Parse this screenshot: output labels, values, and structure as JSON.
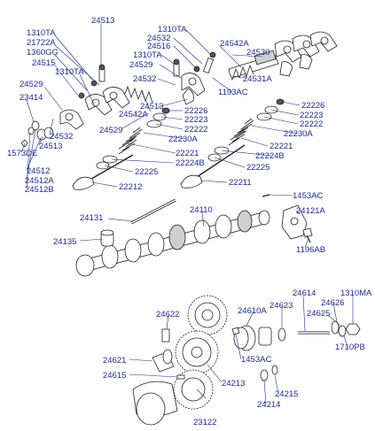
{
  "callouts": [
    {
      "id": "24513_top",
      "text": "24513"
    },
    {
      "id": "1310TA_a",
      "text": "1310TA"
    },
    {
      "id": "21722A",
      "text": "21722A"
    },
    {
      "id": "1360GG",
      "text": "1360GG"
    },
    {
      "id": "24515",
      "text": "24515"
    },
    {
      "id": "1310TA_b",
      "text": "1310TA"
    },
    {
      "id": "24529_l",
      "text": "24529"
    },
    {
      "id": "23414",
      "text": "23414"
    },
    {
      "id": "24532_l",
      "text": "24532"
    },
    {
      "id": "1573DE",
      "text": "1573DE"
    },
    {
      "id": "24513_l",
      "text": "24513"
    },
    {
      "id": "24512",
      "text": "24512"
    },
    {
      "id": "24512A",
      "text": "24512A"
    },
    {
      "id": "24512B",
      "text": "24512B"
    },
    {
      "id": "1310TA_c",
      "text": "1310TA"
    },
    {
      "id": "24532_c",
      "text": "24532"
    },
    {
      "id": "24516",
      "text": "24516"
    },
    {
      "id": "1310TA_d",
      "text": "1310TA"
    },
    {
      "id": "24529_c",
      "text": "24529"
    },
    {
      "id": "24532_c2",
      "text": "24532"
    },
    {
      "id": "24542A_c",
      "text": "24542A"
    },
    {
      "id": "24513_c",
      "text": "24513"
    },
    {
      "id": "24529_c2",
      "text": "24529"
    },
    {
      "id": "24530",
      "text": "24530"
    },
    {
      "id": "24542A_r",
      "text": "24542A"
    },
    {
      "id": "24531A",
      "text": "24531A"
    },
    {
      "id": "1193AC",
      "text": "1193AC"
    },
    {
      "id": "22226_c",
      "text": "22226"
    },
    {
      "id": "22223_c",
      "text": "22223"
    },
    {
      "id": "22222_c",
      "text": "22222"
    },
    {
      "id": "22230A_c",
      "text": "22230A"
    },
    {
      "id": "22221_c",
      "text": "22221"
    },
    {
      "id": "22224B_c",
      "text": "22224B"
    },
    {
      "id": "22225_c",
      "text": "22225"
    },
    {
      "id": "22212",
      "text": "22212"
    },
    {
      "id": "22226_r",
      "text": "22226"
    },
    {
      "id": "22223_r",
      "text": "22223"
    },
    {
      "id": "22222_r",
      "text": "22222"
    },
    {
      "id": "22230A_r",
      "text": "22230A"
    },
    {
      "id": "22221_r",
      "text": "22221"
    },
    {
      "id": "22224B_r",
      "text": "22224B"
    },
    {
      "id": "22225_r",
      "text": "22225"
    },
    {
      "id": "22211",
      "text": "22211"
    },
    {
      "id": "1453AC_top",
      "text": "1453AC"
    },
    {
      "id": "24121A",
      "text": "24121A"
    },
    {
      "id": "24131",
      "text": "24131"
    },
    {
      "id": "24110",
      "text": "24110"
    },
    {
      "id": "24135",
      "text": "24135"
    },
    {
      "id": "1196AB",
      "text": "1196AB"
    },
    {
      "id": "24614",
      "text": "24614"
    },
    {
      "id": "1310MA",
      "text": "1310MA"
    },
    {
      "id": "24610A",
      "text": "24610A"
    },
    {
      "id": "24626",
      "text": "24626"
    },
    {
      "id": "24622",
      "text": "24622"
    },
    {
      "id": "24623",
      "text": "24623"
    },
    {
      "id": "24625",
      "text": "24625"
    },
    {
      "id": "1710PB",
      "text": "1710PB"
    },
    {
      "id": "24621",
      "text": "24621"
    },
    {
      "id": "1453AC_b",
      "text": "1453AC"
    },
    {
      "id": "24615",
      "text": "24615"
    },
    {
      "id": "24213",
      "text": "24213"
    },
    {
      "id": "24215",
      "text": "24215"
    },
    {
      "id": "24214",
      "text": "24214"
    },
    {
      "id": "23122",
      "text": "23122"
    }
  ]
}
